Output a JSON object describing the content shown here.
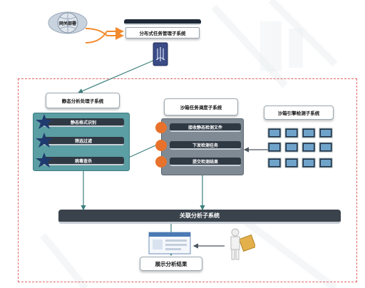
{
  "nodes": {
    "gateway": "网关部署",
    "distributed_system": "分布式任务管理子系统",
    "static_analysis": "静态分析处理子系统",
    "sandbox_schedule": "沙箱任务调度子系统",
    "sandbox_engine": "沙箱引擎检测子系统",
    "correlation": "关联分析子系统",
    "result": "展示分析结果"
  },
  "static_items": [
    "静态格式识别",
    "筛选过滤",
    "病毒查杀"
  ],
  "sandbox_items": [
    "接收静态检测文件",
    "下发检测任务",
    "提交检测结果"
  ],
  "colors": {
    "teal": "#5b9ea3",
    "dark": "#2f3944",
    "star": "#1f3a6e",
    "orange": "#e8722c",
    "arrow": "#3d7f7c",
    "dashed": "#e06262",
    "connector": "#f28a2e"
  }
}
